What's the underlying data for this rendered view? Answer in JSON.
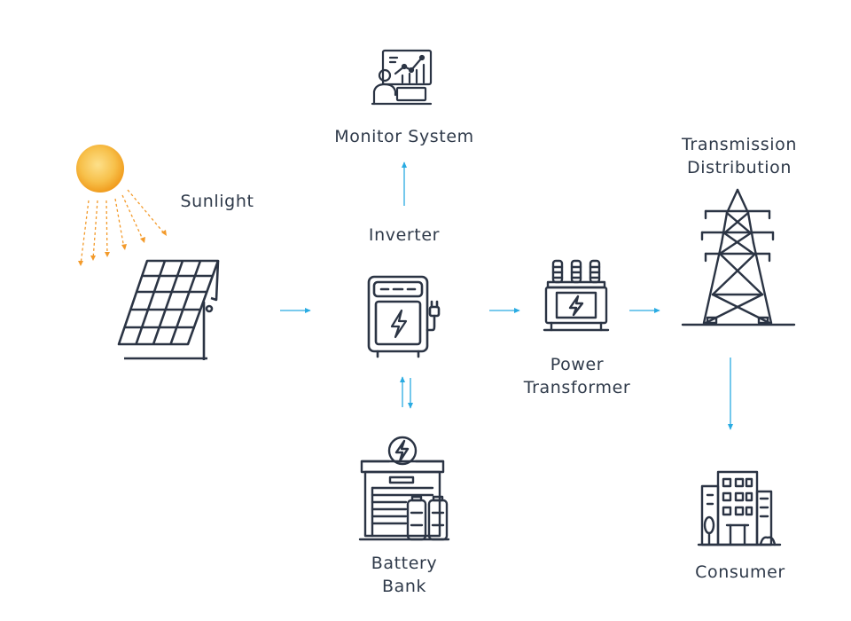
{
  "labels": {
    "sunlight": "Sunlight",
    "monitor": "Monitor System",
    "inverter": "Inverter",
    "power": "Power",
    "transformer": "Transformer",
    "transmission": "Transmission",
    "distribution": "Distribution",
    "battery": "Battery",
    "bank": "Bank",
    "consumer": "Consumer"
  },
  "colors": {
    "icon_stroke": "#2b3444",
    "arrow": "#29abe2",
    "sun_outer": "#f3a51d",
    "sun_inner": "#fde08a",
    "rays": "#f39a2a",
    "label_text": "#2f3a4a"
  }
}
